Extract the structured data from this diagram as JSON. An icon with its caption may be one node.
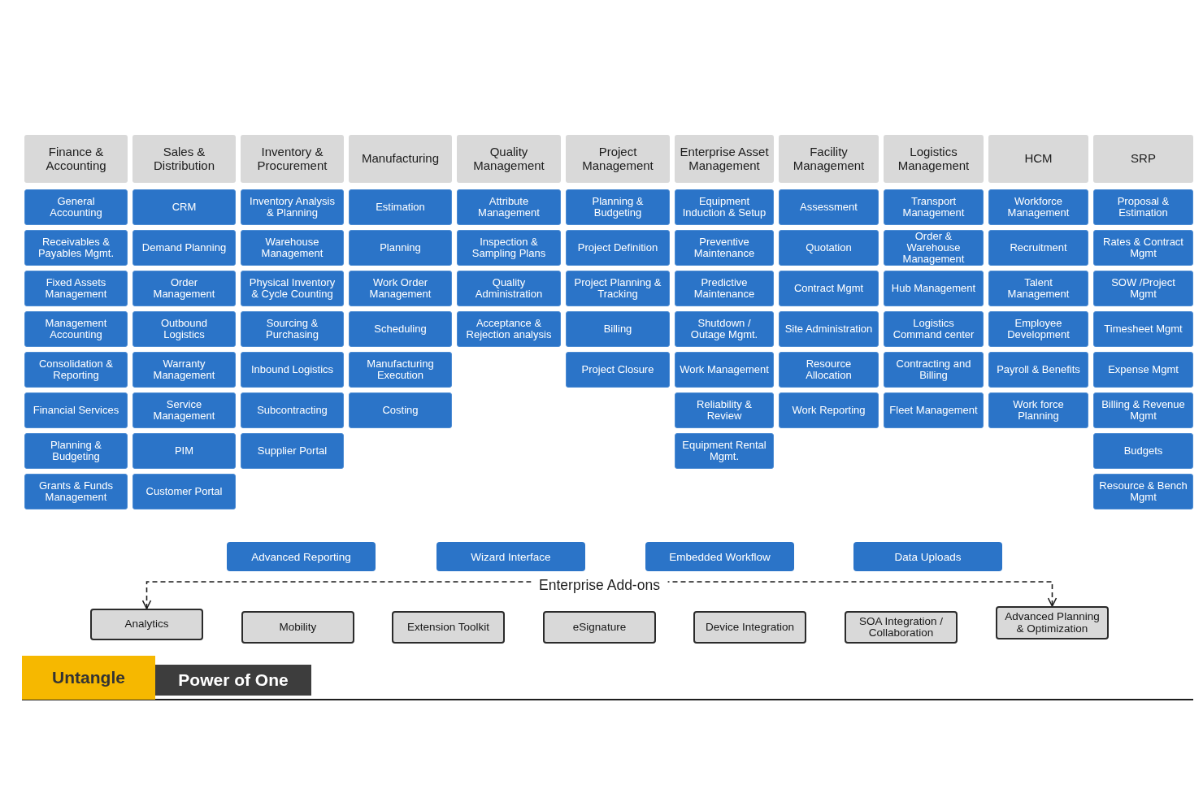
{
  "diagram": {
    "nodes": [
      {
        "text": [
          "Finance & Accounting"
        ]
      },
      {
        "text": [
          "General Accounting"
        ]
      },
      {
        "text": [
          "Receivables & Payables Mgmt."
        ]
      },
      {
        "text": [
          "Fixed Assets Management"
        ]
      },
      {
        "text": [
          "Management Accounting"
        ]
      },
      {
        "text": [
          "Consolidation & Reporting"
        ]
      },
      {
        "text": [
          "Financial Services"
        ]
      },
      {
        "text": [
          "Planning & Budgeting"
        ]
      },
      {
        "text": [
          "Grants & Funds Management"
        ]
      },
      {
        "text": [
          "Sales & Distribution"
        ]
      },
      {
        "text": [
          "CRM"
        ]
      },
      {
        "text": [
          "Demand Planning"
        ]
      },
      {
        "text": [
          "Order Management"
        ]
      },
      {
        "text": [
          "Outbound Logistics"
        ]
      },
      {
        "text": [
          "Warranty Management"
        ]
      },
      {
        "text": [
          "Service Management"
        ]
      },
      {
        "text": [
          "PIM"
        ]
      },
      {
        "text": [
          "Customer Portal"
        ]
      },
      {
        "text": [
          "Inventory & Procurement"
        ]
      },
      {
        "text": [
          "Inventory Analysis & Planning"
        ]
      },
      {
        "text": [
          "Warehouse Management"
        ]
      },
      {
        "text": [
          "Physical Inventory & Cycle Counting"
        ]
      },
      {
        "text": [
          "Sourcing & Purchasing"
        ]
      },
      {
        "text": [
          "Inbound Logistics"
        ]
      },
      {
        "text": [
          "Subcontracting"
        ]
      },
      {
        "text": [
          "Supplier Portal"
        ]
      },
      {
        "text": [
          "Manufacturing"
        ]
      },
      {
        "text": [
          "Estimation"
        ]
      },
      {
        "text": [
          "Planning"
        ]
      },
      {
        "text": [
          "Work Order Management"
        ]
      },
      {
        "text": [
          "Scheduling"
        ]
      },
      {
        "text": [
          "Manufacturing Execution"
        ]
      },
      {
        "text": [
          "Costing"
        ]
      },
      {
        "text": [
          "Quality Management"
        ]
      },
      {
        "text": [
          "Attribute Management"
        ]
      },
      {
        "text": [
          "Inspection & Sampling Plans"
        ]
      },
      {
        "text": [
          "Quality Administration"
        ]
      },
      {
        "text": [
          "Acceptance & Rejection analysis"
        ]
      },
      {
        "text": [
          "Project Management"
        ]
      },
      {
        "text": [
          "Planning & Budgeting"
        ]
      },
      {
        "text": [
          "Project Definition"
        ]
      },
      {
        "text": [
          "Project Planning & Tracking"
        ]
      },
      {
        "text": [
          "Billing"
        ]
      },
      {
        "text": [
          "Project Closure"
        ]
      },
      {
        "text": [
          "Enterprise Asset Management"
        ]
      },
      {
        "text": [
          "Equipment Induction & Setup"
        ]
      },
      {
        "text": [
          "Preventive Maintenance"
        ]
      },
      {
        "text": [
          "Predictive Maintenance"
        ]
      },
      {
        "text": [
          "Shutdown / Outage Mgmt."
        ]
      },
      {
        "text": [
          "Work Management"
        ]
      },
      {
        "text": [
          "Reliability & Review"
        ]
      },
      {
        "text": [
          "Equipment Rental Mgmt."
        ]
      },
      {
        "text": [
          "Facility Management"
        ]
      },
      {
        "text": [
          "Assessment"
        ]
      },
      {
        "text": [
          "Quotation"
        ]
      },
      {
        "text": [
          "Contract Mgmt"
        ]
      },
      {
        "text": [
          "Site Administration"
        ]
      },
      {
        "text": [
          "Resource Allocation"
        ]
      },
      {
        "text": [
          "Work Reporting"
        ]
      },
      {
        "text": [
          "Logistics Management"
        ]
      },
      {
        "text": [
          "Transport Management"
        ]
      },
      {
        "text": [
          "Order & Warehouse Management"
        ]
      },
      {
        "text": [
          "Hub Management"
        ]
      },
      {
        "text": [
          "Logistics Command center"
        ]
      },
      {
        "text": [
          "Contracting and Billing"
        ]
      },
      {
        "text": [
          "Fleet Management"
        ]
      },
      {
        "text": [
          "HCM"
        ]
      },
      {
        "text": [
          "Workforce Management"
        ]
      },
      {
        "text": [
          "Recruitment"
        ]
      },
      {
        "text": [
          "Talent Management"
        ]
      },
      {
        "text": [
          "Employee Development"
        ]
      },
      {
        "text": [
          "Payroll & Benefits"
        ]
      },
      {
        "text": [
          "Work force Planning"
        ]
      },
      {
        "text": [
          "SRP"
        ]
      },
      {
        "text": [
          "Proposal & Estimation"
        ]
      },
      {
        "text": [
          "Rates & Contract Mgmt"
        ]
      },
      {
        "text": [
          "SOW /Project Mgmt"
        ]
      },
      {
        "text": [
          "Timesheet Mgmt"
        ]
      },
      {
        "text": [
          "Expense Mgmt"
        ]
      },
      {
        "text": [
          "Billing & Revenue Mgmt"
        ]
      },
      {
        "text": [
          "Budgets"
        ]
      },
      {
        "text": [
          "Resource & Bench Mgmt"
        ]
      },
      {
        "text": [
          "Advanced Reporting"
        ]
      },
      {
        "text": [
          "Wizard Interface"
        ]
      },
      {
        "text": [
          "Embedded Workflow"
        ]
      },
      {
        "text": [
          "Data Uploads"
        ]
      },
      {
        "text": [
          "Analytics"
        ]
      },
      {
        "text": [
          "Mobility"
        ]
      },
      {
        "text": [
          "Extension Toolkit"
        ]
      },
      {
        "text": [
          "eSignature"
        ]
      },
      {
        "text": [
          "Device Integration"
        ]
      },
      {
        "text": [
          "SOA Integration / Collaboration"
        ]
      },
      {
        "text": [
          "Advanced Planning & Optimization"
        ]
      },
      {
        "text": [
          "Untangle"
        ]
      },
      {
        "text": [
          "Power of One"
        ]
      }
    ],
    "edges": [
      {
        "from": 86,
        "to": 92,
        "arrow": "both",
        "label": "Enterprise Add-ons",
        "style": "dashed"
      }
    ]
  }
}
